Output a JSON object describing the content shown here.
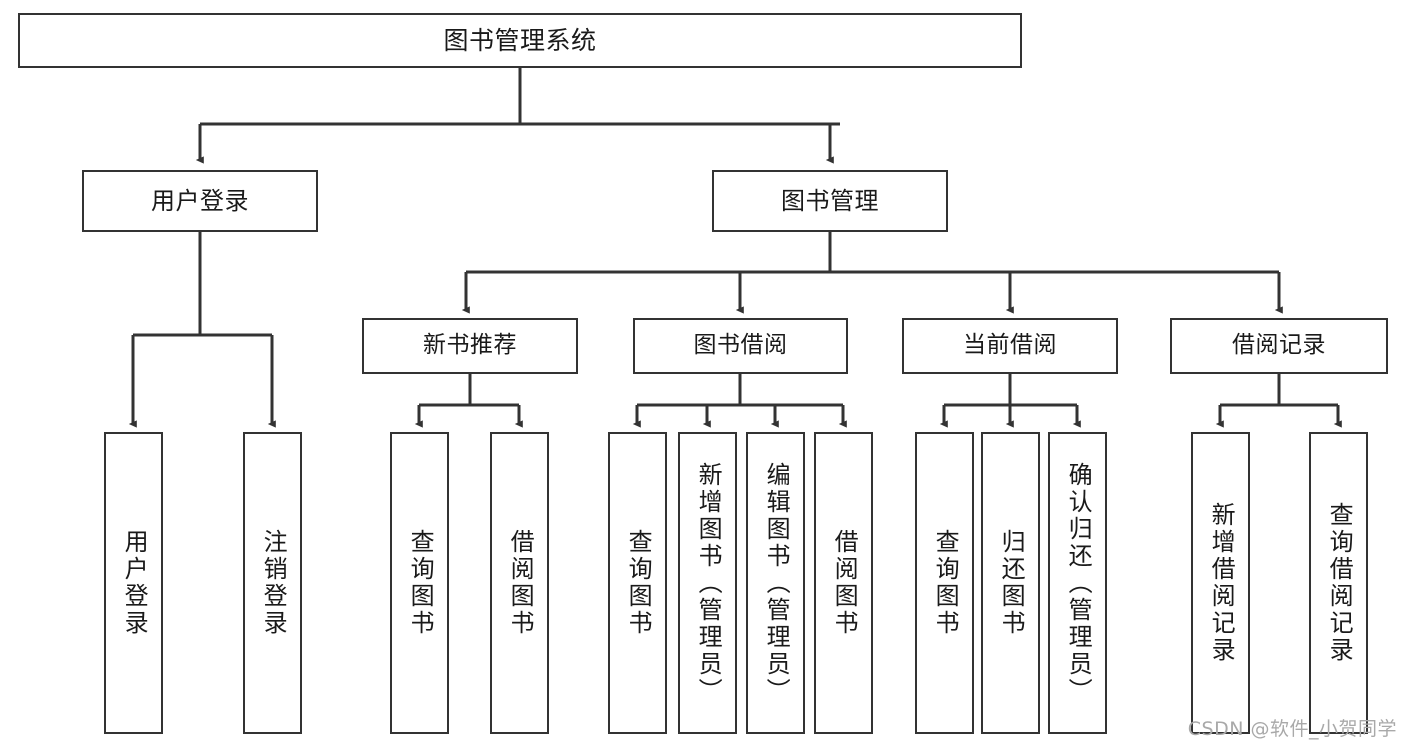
{
  "diagram": {
    "type": "tree-hierarchy",
    "title": "图书管理系统",
    "watermark": "CSDN @软件_小贺同学",
    "colors": {
      "box_border": "#333333",
      "box_fill": "#ffffff",
      "edge": "#333333",
      "text": "#1a1a1a",
      "watermark": "#a9a9a9",
      "background": "#ffffff"
    },
    "nodes": {
      "root": {
        "label": "图书管理系统"
      },
      "level2": [
        {
          "label": "用户登录"
        },
        {
          "label": "图书管理"
        }
      ],
      "level3": [
        {
          "label": "新书推荐"
        },
        {
          "label": "图书借阅"
        },
        {
          "label": "当前借阅"
        },
        {
          "label": "借阅记录"
        }
      ],
      "leaves": {
        "user_login": [
          {
            "label": "用户登录"
          },
          {
            "label": "注销登录"
          }
        ],
        "new_book_recommend": [
          {
            "label": "查询图书"
          },
          {
            "label": "借阅图书"
          }
        ],
        "book_borrow": [
          {
            "label": "查询图书"
          },
          {
            "label": "新增图书（管理员）"
          },
          {
            "label": "编辑图书（管理员）"
          },
          {
            "label": "借阅图书"
          }
        ],
        "current_borrow": [
          {
            "label": "查询图书"
          },
          {
            "label": "归还图书"
          },
          {
            "label": "确认归还（管理员）"
          }
        ],
        "borrow_record": [
          {
            "label": "新增借阅记录"
          },
          {
            "label": "查询借阅记录"
          }
        ]
      }
    }
  }
}
